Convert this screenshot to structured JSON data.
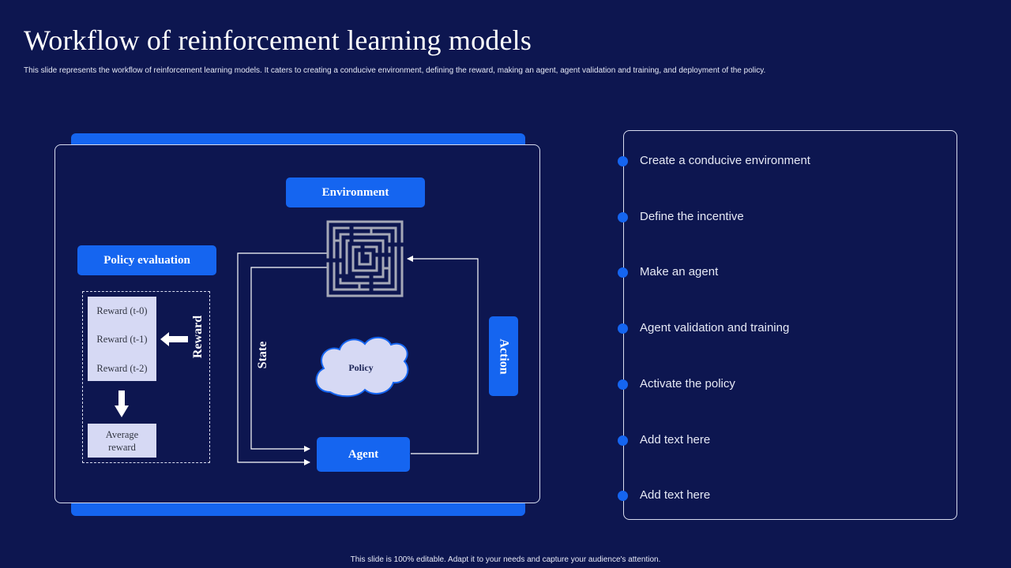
{
  "header": {
    "title": "Workflow of reinforcement learning models",
    "subtitle": "This slide represents the workflow of reinforcement learning models. It caters to creating a conducive environment, defining the reward, making an agent, agent validation and training, and deployment of the policy."
  },
  "diagram": {
    "environment_label": "Environment",
    "policy_evaluation_label": "Policy evaluation",
    "rewards": [
      "Reward (t-0)",
      "Reward (t-1)",
      "Reward (t-2)"
    ],
    "average_reward_line1": "Average",
    "average_reward_line2": "reward",
    "reward_label": "Reward",
    "state_label": "State",
    "action_label": "Action",
    "policy_label": "Policy",
    "agent_label": "Agent"
  },
  "steps": [
    "Create a conducive environment",
    "Define the incentive",
    "Make an agent",
    "Agent validation and training",
    "Activate the policy",
    "Add text here",
    "Add text here"
  ],
  "footer": "This slide is 100% editable. Adapt it to your needs and capture your audience's attention.",
  "colors": {
    "background": "#0d1650",
    "accent": "#1565f0",
    "light_box": "#d6d9f4",
    "outline": "#d8dcef"
  },
  "icons": {
    "maze": "maze-icon",
    "cloud": "cloud-icon",
    "arrow_left": "arrow-left-icon",
    "arrow_down": "arrow-down-icon"
  }
}
